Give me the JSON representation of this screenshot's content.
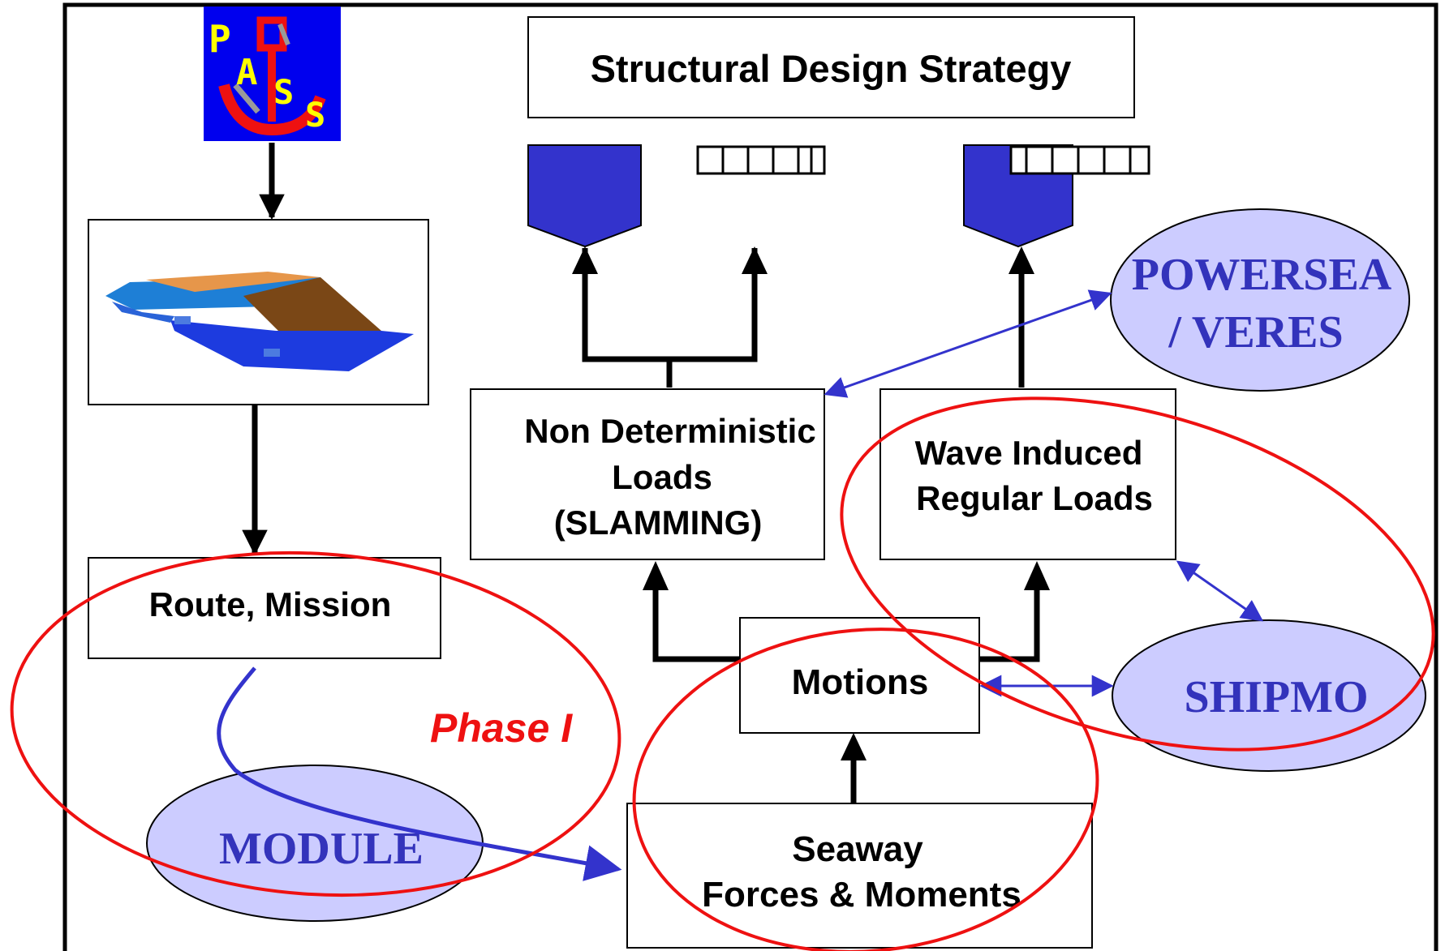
{
  "title": "Structural Design Strategy",
  "logo": {
    "letters": [
      "P",
      "A",
      "S",
      "S"
    ],
    "bg_color": "#0000ee",
    "letter_color": "#ffff00",
    "anchor_color": "#ee1111"
  },
  "boxes": {
    "route": "Route, Mission",
    "non_det": [
      "Non Deterministic",
      "Loads",
      "(SLAMMING)"
    ],
    "wave": [
      "Wave Induced",
      "Regular Loads"
    ],
    "motions": "Motions",
    "seaway": [
      "Seaway",
      "Forces & Moments"
    ]
  },
  "programs": {
    "powersea": [
      "POWERSEA",
      "/ VERES"
    ],
    "shipmo": "SHIPMO",
    "module": "MODULE"
  },
  "phase_label": "Phase I",
  "colors": {
    "program_fill": "#ccccff",
    "program_text": "#3333bb",
    "highlight": "#ee1111",
    "shield": "#3333cc"
  }
}
